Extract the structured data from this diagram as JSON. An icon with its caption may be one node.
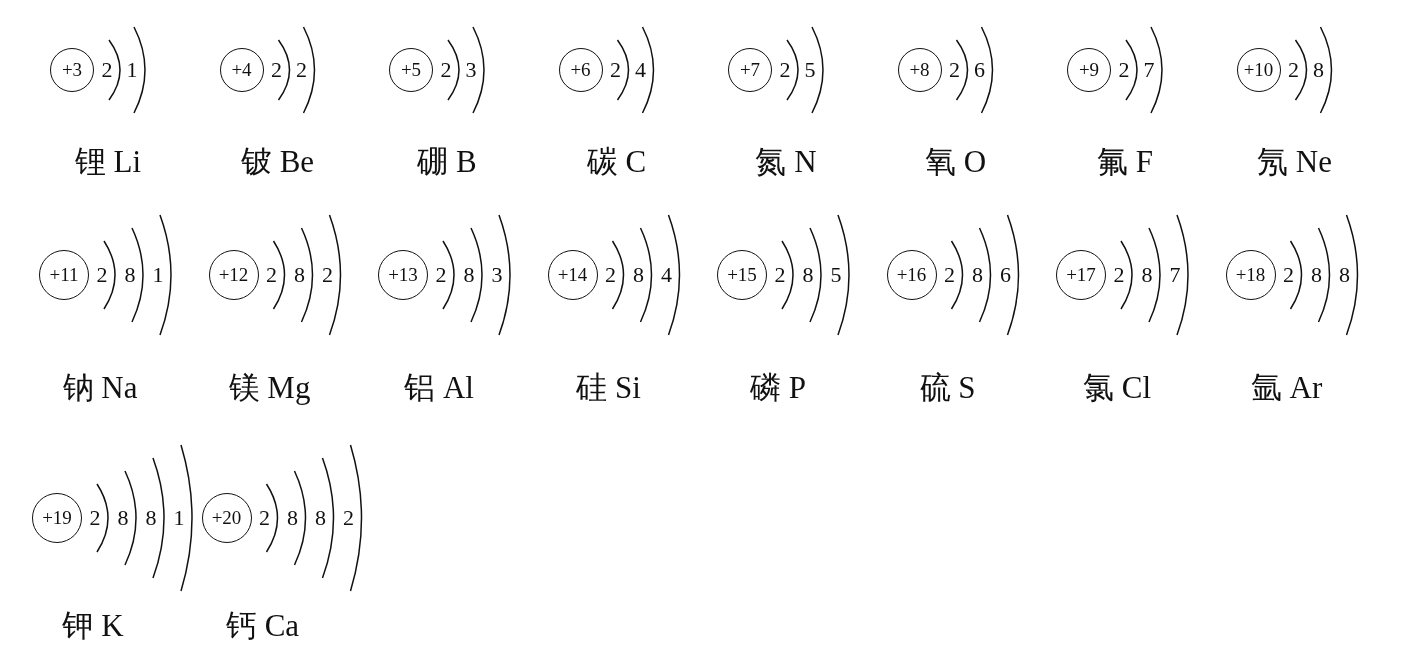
{
  "diagram": {
    "nodes": [
      {
        "text": [
          "+3"
        ],
        "beside": [
          "2",
          "1",
          "锂 Li"
        ]
      },
      {
        "text": [
          "+4"
        ],
        "beside": [
          "2",
          "2",
          "铍 Be"
        ]
      },
      {
        "text": [
          "+5"
        ],
        "beside": [
          "2",
          "3",
          "硼 B"
        ]
      },
      {
        "text": [
          "+6"
        ],
        "beside": [
          "2",
          "4",
          "碳 C"
        ]
      },
      {
        "text": [
          "+7"
        ],
        "beside": [
          "2",
          "5",
          "氮 N"
        ]
      },
      {
        "text": [
          "+8"
        ],
        "beside": [
          "2",
          "6",
          "氧 O"
        ]
      },
      {
        "text": [
          "+9"
        ],
        "beside": [
          "2",
          "7",
          "氟 F"
        ]
      },
      {
        "text": [
          "+10"
        ],
        "beside": [
          "2",
          "8",
          "氖 Ne"
        ]
      },
      {
        "text": [
          "+11"
        ],
        "beside": [
          "2",
          "8",
          "1",
          "钠 Na"
        ]
      },
      {
        "text": [
          "+12"
        ],
        "beside": [
          "2",
          "8",
          "2",
          "镁 Mg"
        ]
      },
      {
        "text": [
          "+13"
        ],
        "beside": [
          "2",
          "8",
          "3",
          "铝 Al"
        ]
      },
      {
        "text": [
          "+14"
        ],
        "beside": [
          "2",
          "8",
          "4",
          "硅 Si"
        ]
      },
      {
        "text": [
          "+15"
        ],
        "beside": [
          "2",
          "8",
          "5",
          "磷 P"
        ]
      },
      {
        "text": [
          "+16"
        ],
        "beside": [
          "2",
          "8",
          "6",
          "硫 S"
        ]
      },
      {
        "text": [
          "+17"
        ],
        "beside": [
          "2",
          "8",
          "7",
          "氯 Cl"
        ]
      },
      {
        "text": [
          "+18"
        ],
        "beside": [
          "2",
          "8",
          "8",
          "氩 Ar"
        ]
      },
      {
        "text": [
          "+19"
        ],
        "beside": [
          "2",
          "8",
          "8",
          "1",
          "钾 K"
        ]
      },
      {
        "text": [
          "+20"
        ],
        "beside": [
          "2",
          "8",
          "8",
          "2",
          "钙 Ca"
        ]
      }
    ]
  }
}
